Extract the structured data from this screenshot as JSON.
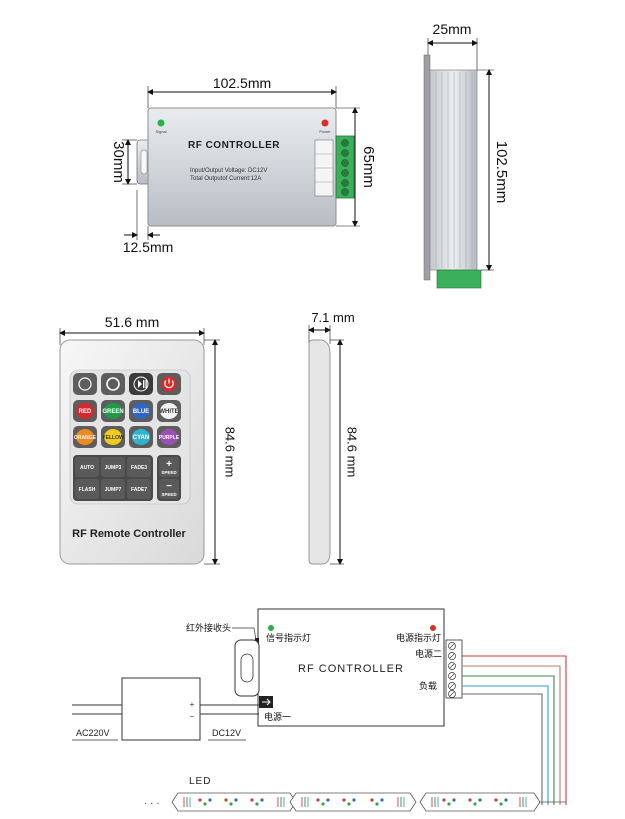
{
  "top": {
    "width_label": "102.5mm",
    "height_label": "30mm",
    "right_label": "65mm",
    "bottom_label": "12.5mm",
    "signal_label": "Signal",
    "power_label": "Power",
    "device_title": "RF CONTROLLER",
    "spec_line1": "Input/Output Voltage: DC12V",
    "spec_line2": "Total Outputof Current:12A"
  },
  "side": {
    "depth_label": "25mm",
    "length_label": "102.5mm"
  },
  "remote": {
    "width_label": "51.6 mm",
    "height_label": "84.6 mm",
    "title": "RF Remote Controller",
    "color_buttons": [
      "RED",
      "GREEN",
      "BLUE",
      "WHITE",
      "ORANGE",
      "YELLOW",
      "CYAN",
      "PURPLE"
    ],
    "mode_buttons": [
      "AUTO",
      "JUMP3",
      "FADE3",
      "FLASH",
      "JUMP7",
      "FADE7"
    ],
    "speed_plus": "+",
    "speed_minus": "−",
    "speed_label": "SPEED",
    "colors": {
      "red": "#d8272e",
      "green": "#1f9a48",
      "blue": "#2f66c8",
      "white": "#f3f3f3",
      "orange": "#ef8a1c",
      "yellow": "#f0cc1a",
      "cyan": "#2fb3cf",
      "purple": "#9a4fb2",
      "power": "#e0262a"
    }
  },
  "remote_side": {
    "thickness_label": "7.1 mm",
    "height_label": "84.6 mm"
  },
  "wiring": {
    "ir_receiver": "红外接收头",
    "signal_indicator": "信号指示灯",
    "power_indicator": "电源指示灯",
    "power2": "电源二",
    "load": "负载",
    "power1": "电源一",
    "controller_title": "RF CONTROLLER",
    "ac_label": "AC220V",
    "dc_label": "DC12V",
    "led_label": "LED",
    "ellipsis": "· · ·",
    "adapter_plus": "+",
    "adapter_minus": "−"
  }
}
